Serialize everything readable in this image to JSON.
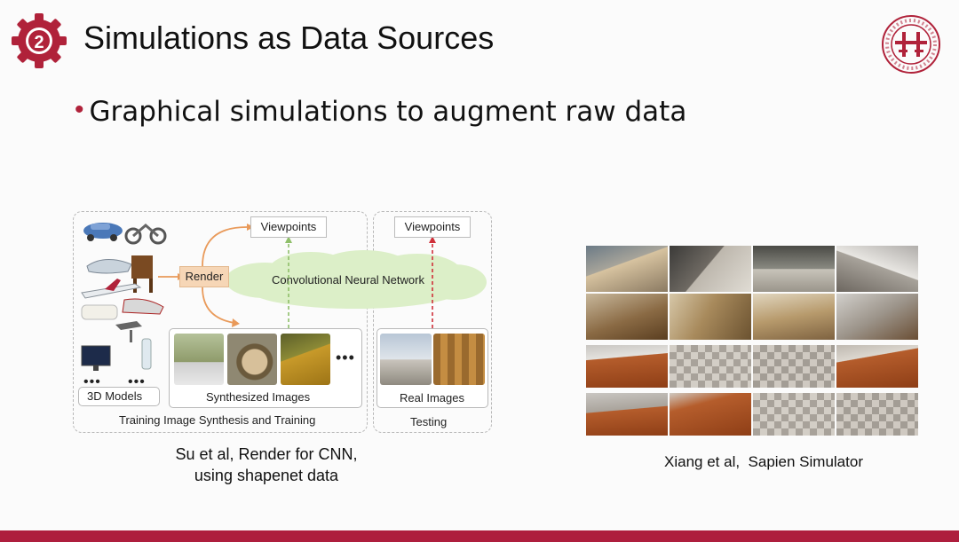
{
  "slide": {
    "badge_number": "2",
    "title": "Simulations as Data Sources",
    "bullet": "Graphical simulations to augment raw data"
  },
  "left_figure": {
    "viewpoints_label_1": "Viewpoints",
    "viewpoints_label_2": "Viewpoints",
    "render_label": "Render",
    "cnn_label": "Convolutional Neural Network",
    "models_label": "3D Models",
    "synthesized_label": "Synthesized Images",
    "real_label": "Real Images",
    "training_label": "Training Image Synthesis and Training",
    "testing_label": "Testing",
    "dots_models_left": "•••",
    "dots_models_right": "•••",
    "dots_images": "•••"
  },
  "captions": {
    "left_line1": "Su et al, Render for CNN,",
    "left_line2": "using shapenet data",
    "right": "Xiang et al,  Sapien Simulator"
  },
  "colors": {
    "brand": "#ae1e3d",
    "render_fill": "#f6d6b6",
    "cloud_fill": "#dcefc8",
    "orange_arrow": "#e99a5a",
    "green_arrow": "#8fbf6a",
    "red_arrow": "#d0303a"
  },
  "icons": [
    "gear-number-badge-icon",
    "peking-university-logo-icon"
  ]
}
